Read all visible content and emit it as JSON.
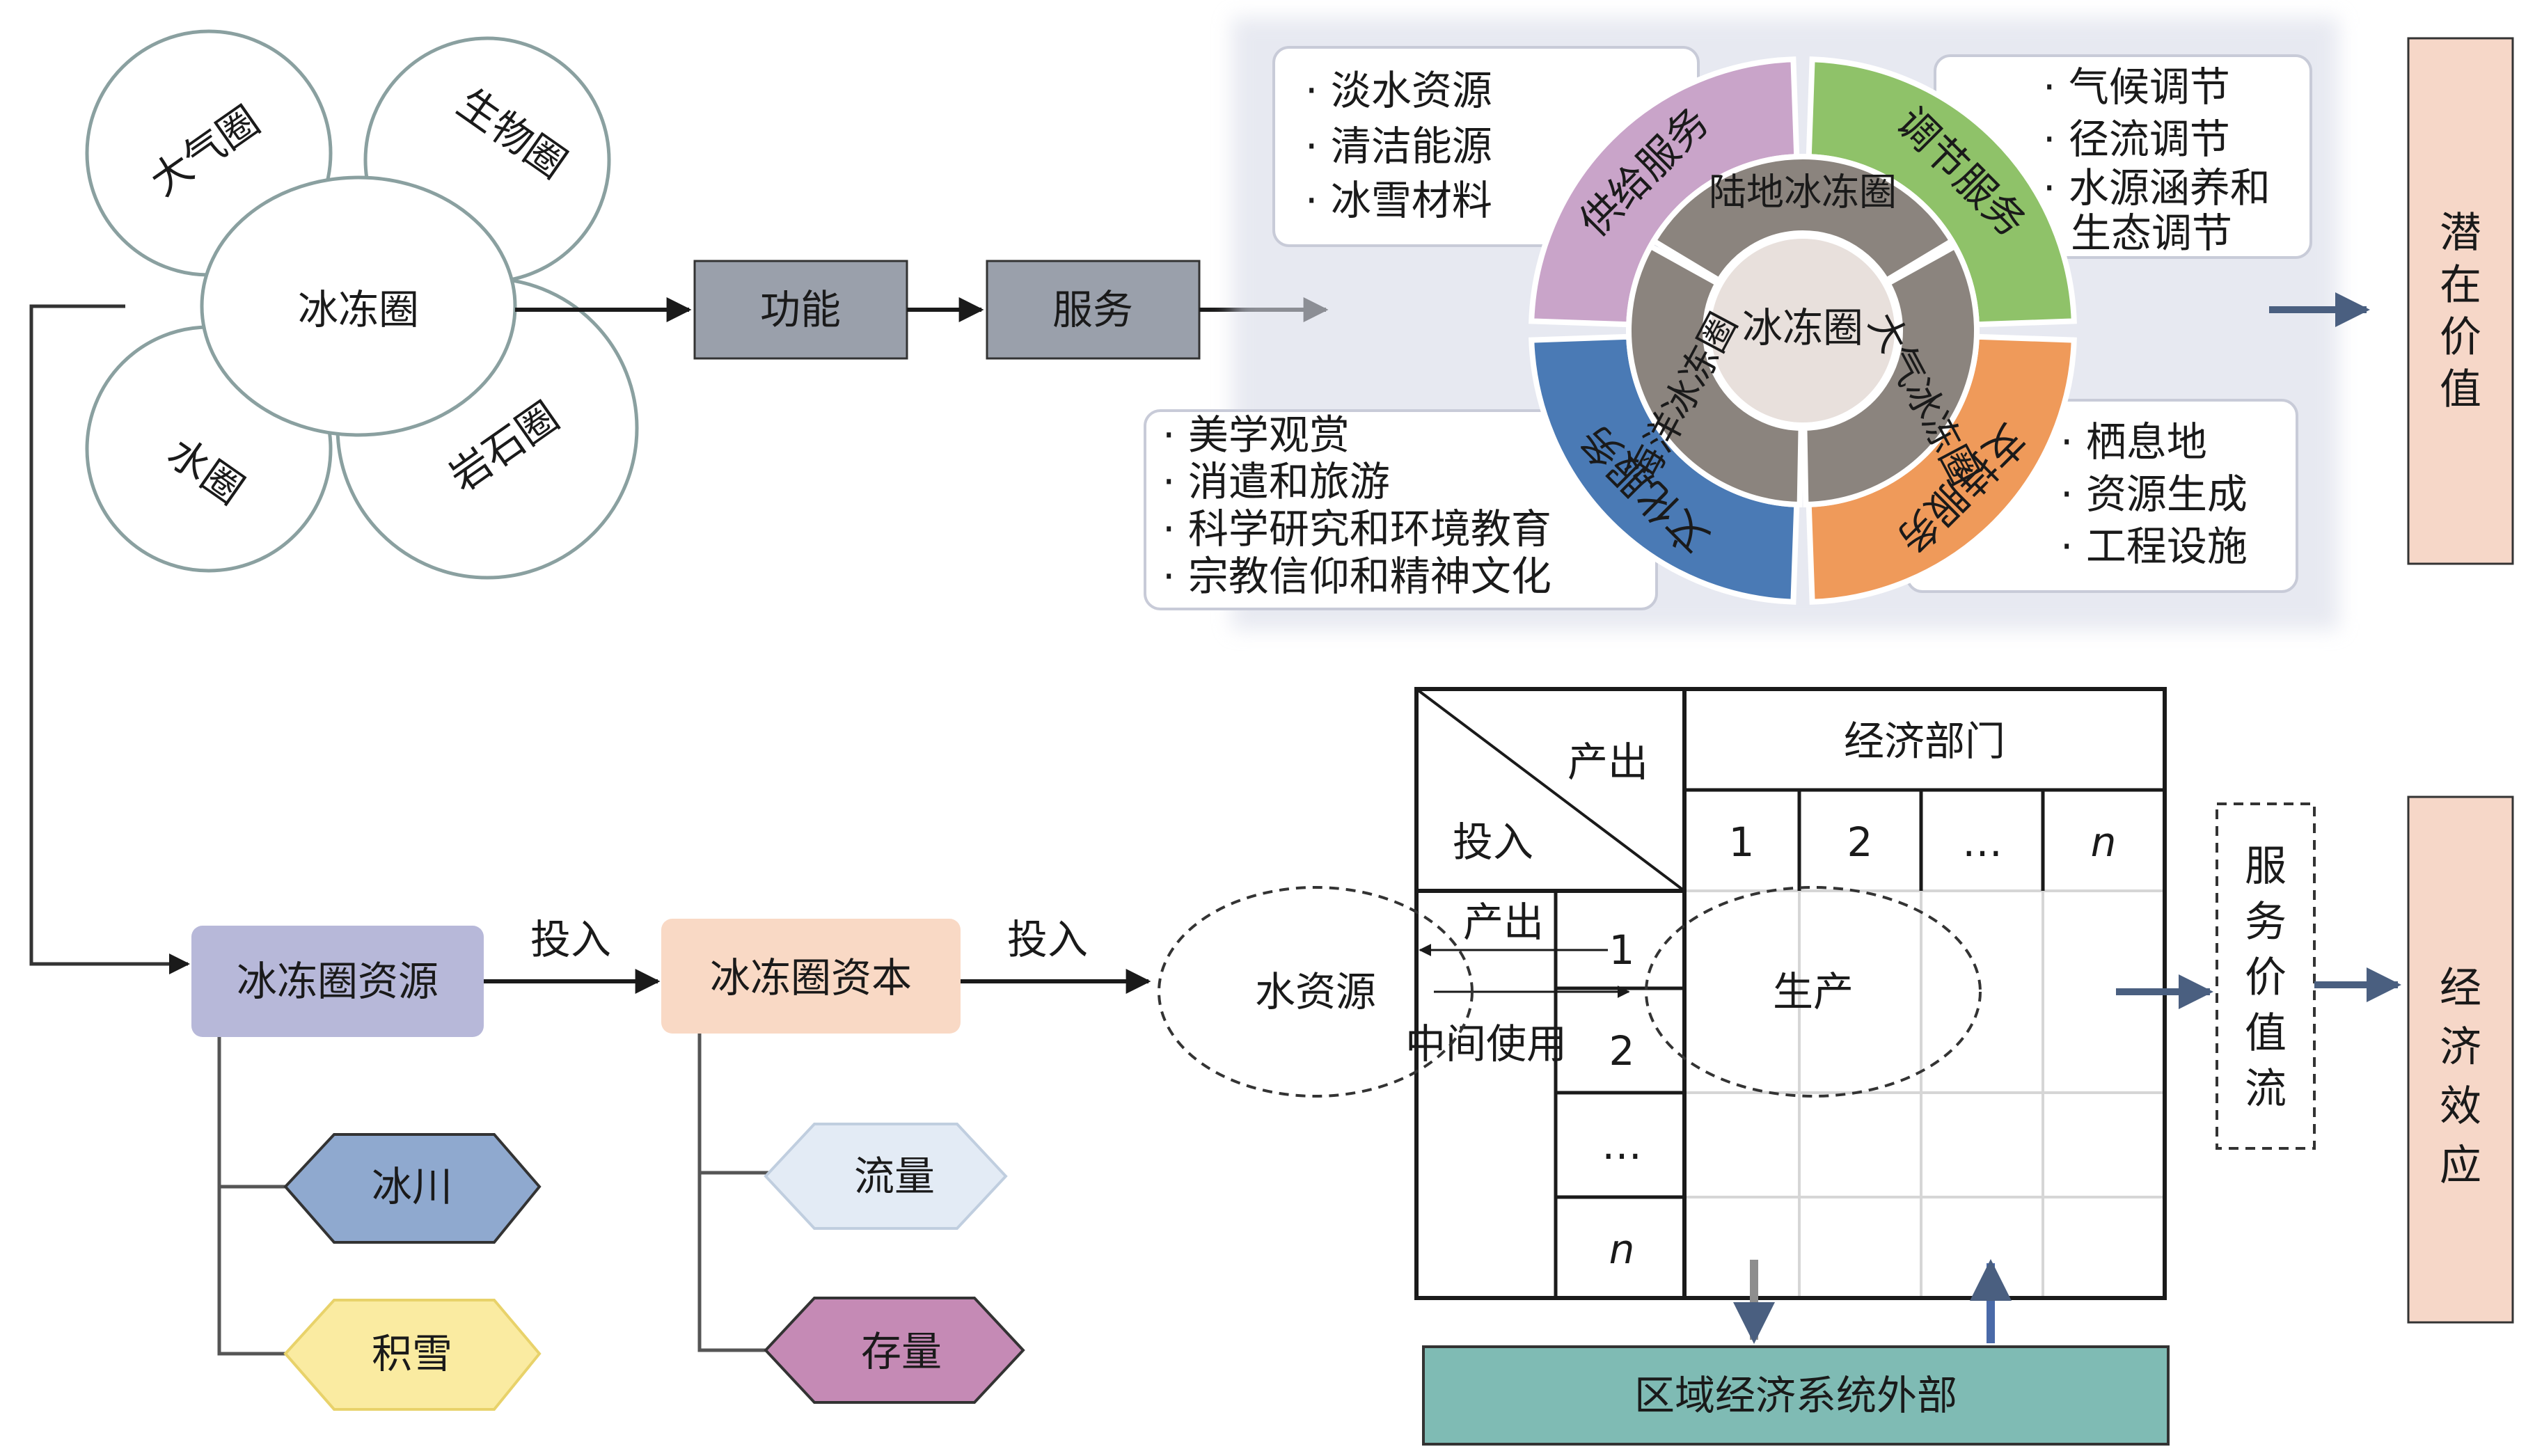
{
  "spheres": {
    "atmosphere": "大气圈",
    "biosphere": "生物圈",
    "cryosphere": "冰冻圈",
    "hydrosphere": "水圈",
    "lithosphere": "岩石圈"
  },
  "flow": {
    "function": "功能",
    "service": "服务"
  },
  "wheel": {
    "core": "冰冻圈",
    "ring_land": "陆地冰冻圈",
    "ring_atmo": "大气冰冻圈",
    "ring_sea": "海洋冰冻圈",
    "sector_provision": "供给服务",
    "sector_regulation": "调节服务",
    "sector_support": "支持服务",
    "sector_culture": "文化服务",
    "colors": {
      "provision": "#c9a4c9",
      "regulation": "#8fc269",
      "support": "#ef9a5a",
      "culture": "#4a7ab5",
      "ring": "#8b847e",
      "core": "#e8e0dc"
    }
  },
  "lists": {
    "provision": [
      "· 淡水资源",
      "· 清洁能源",
      "· 冰雪材料"
    ],
    "regulation": [
      "· 气候调节",
      "· 径流调节",
      "· 水源涵养和",
      "生态调节"
    ],
    "culture": [
      "· 美学观赏",
      "· 消遣和旅游",
      "· 科学研究和环境教育",
      "· 宗教信仰和精神文化"
    ],
    "support": [
      "· 栖息地",
      "· 资源生成",
      "· 工程设施"
    ]
  },
  "right_boxes": {
    "potential_value": "潜在价值",
    "economic_effect": "经济效应",
    "service_value_flow": "服务价值流"
  },
  "resources": {
    "cryo_resource": "冰冻圈资源",
    "input1": "投入",
    "cryo_capital": "冰冻圈资本",
    "input2": "投入",
    "glacier": "冰川",
    "snow": "积雪",
    "flow": "流量",
    "stock": "存量"
  },
  "io_table": {
    "output": "产出",
    "input": "投入",
    "sector": "经济部门",
    "cols": [
      "1",
      "2",
      "…",
      "n"
    ],
    "rows": [
      "1",
      "2",
      "…",
      "n"
    ],
    "row_output": "产出",
    "intermediate_use": "中间使用",
    "water": "水资源",
    "production": "生产",
    "external": "区域经济系统外部"
  }
}
